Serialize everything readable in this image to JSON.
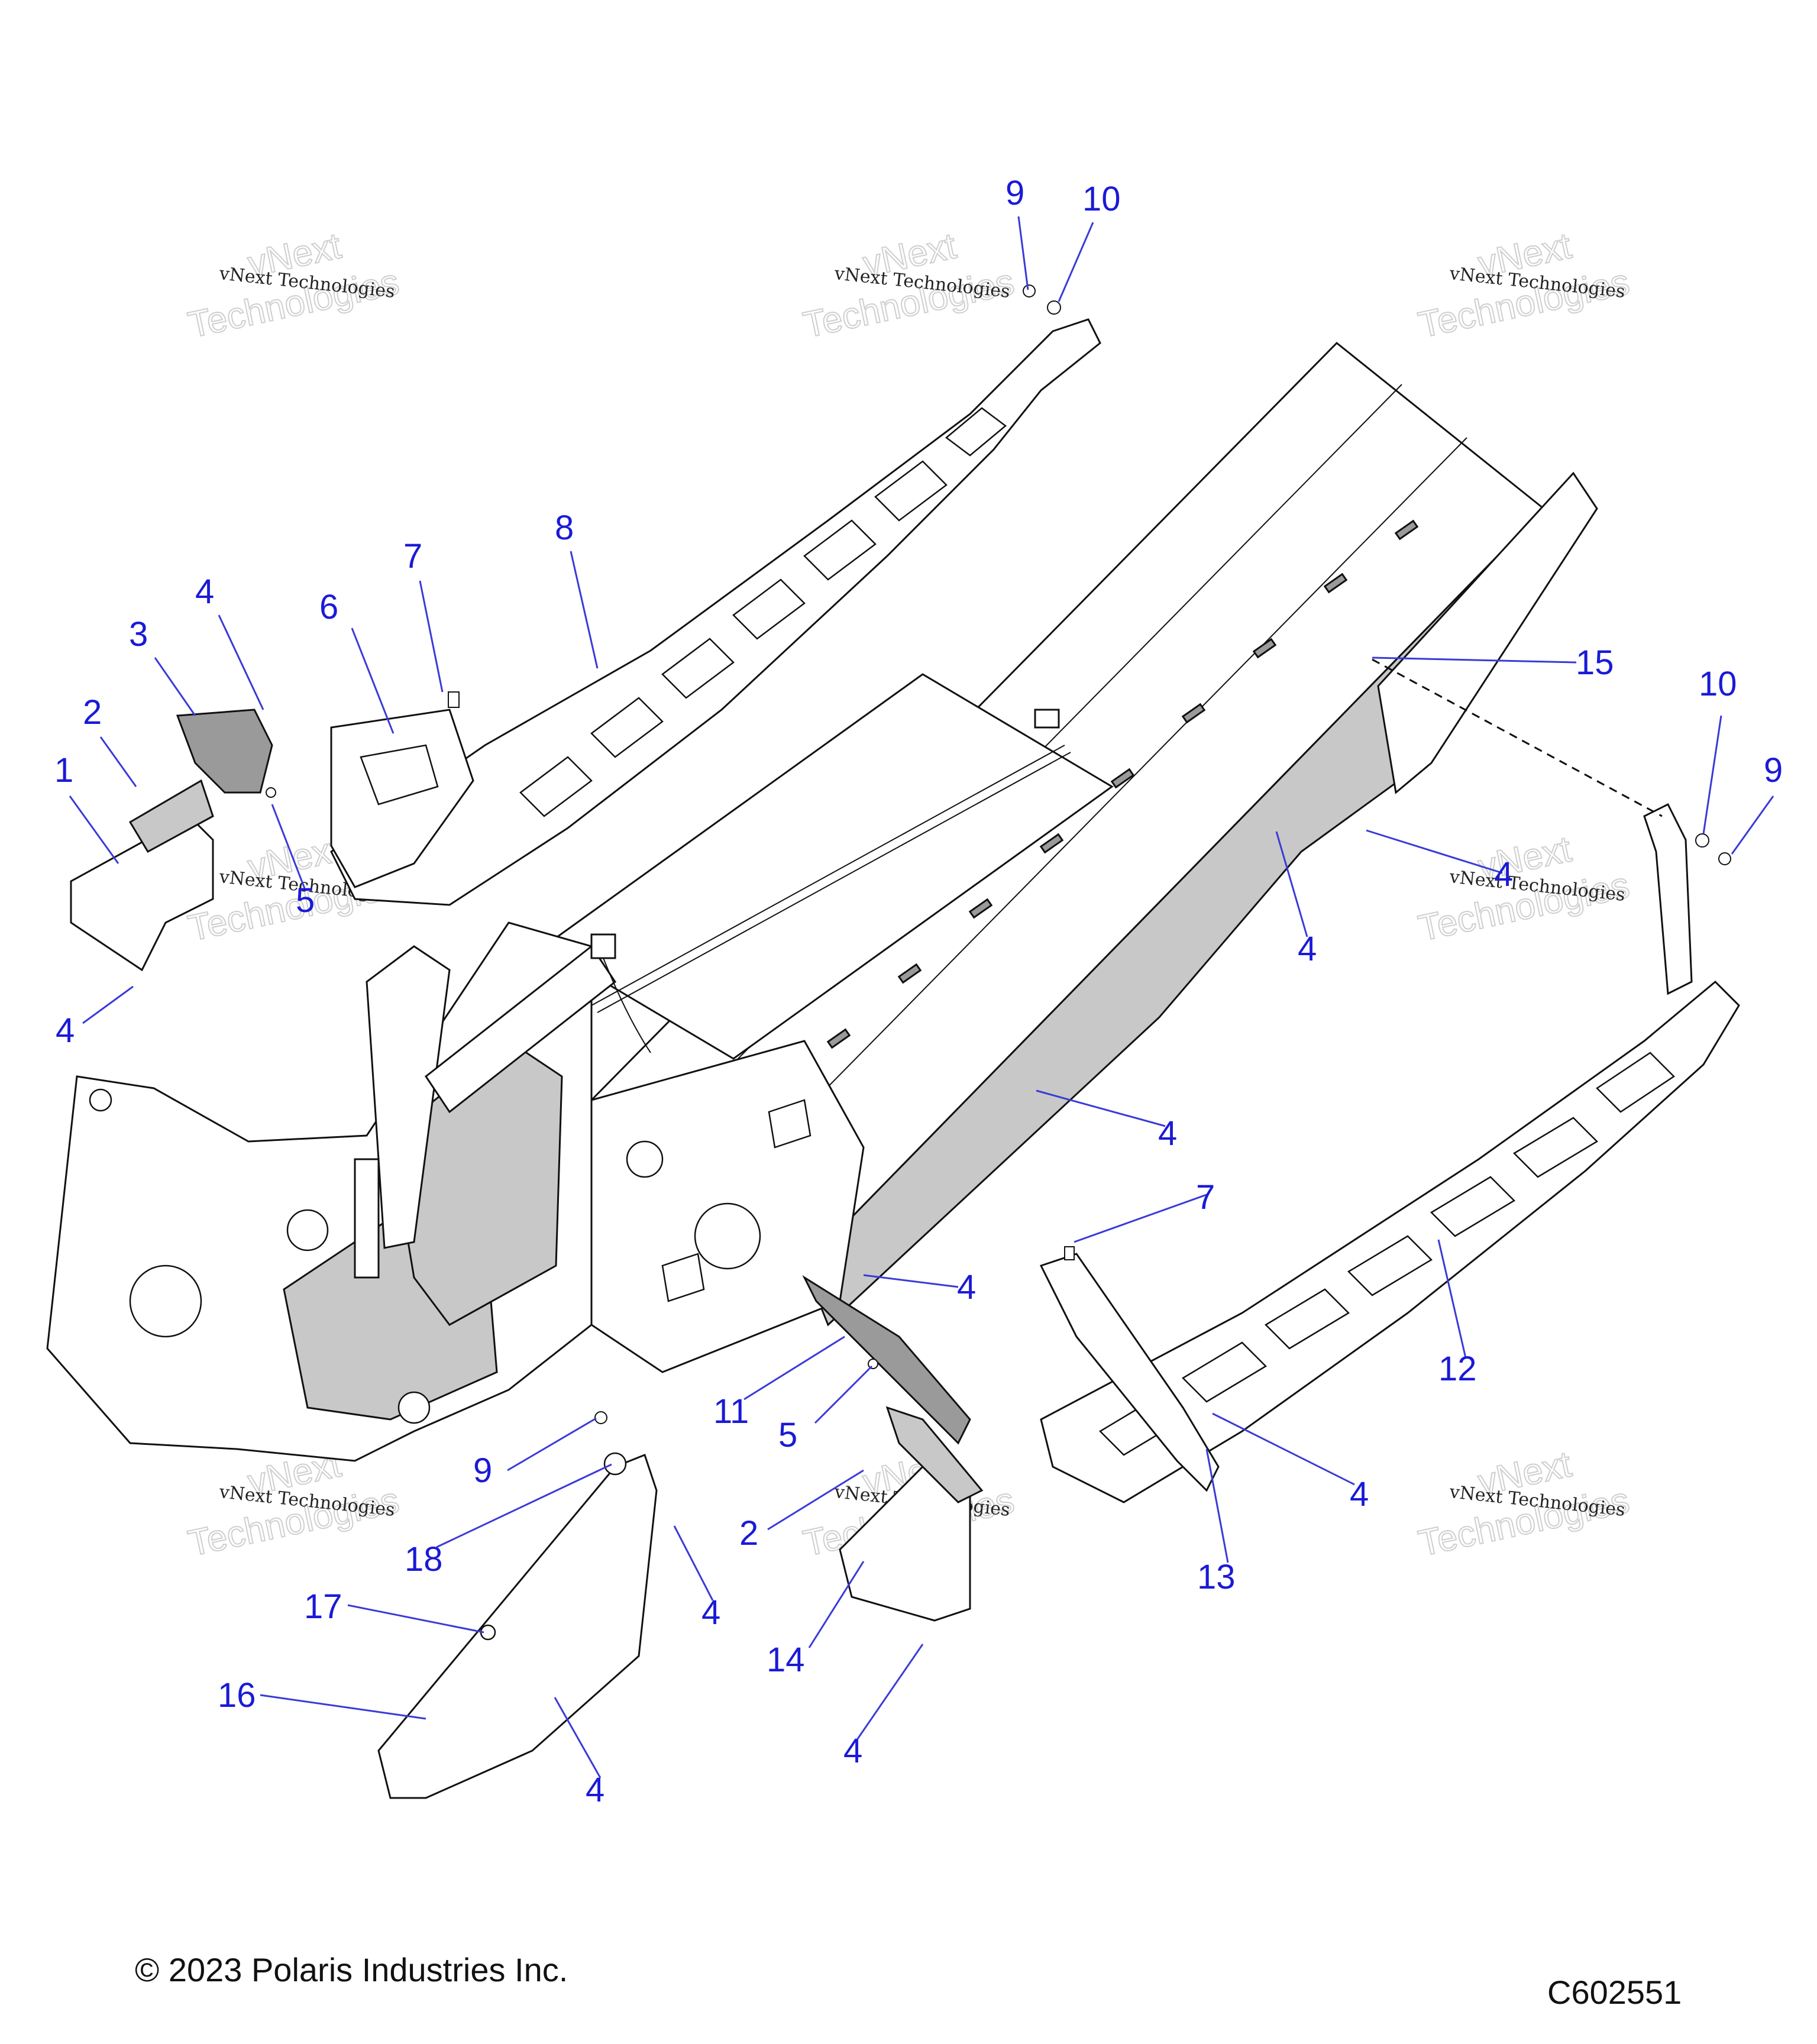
{
  "diagram": {
    "copyright": "© 2023 Polaris Industries Inc.",
    "diagram_code": "C602551",
    "watermark": {
      "line1": "vNext Technologies",
      "line2": "vNext",
      "line3": "Technologies"
    },
    "callouts": [
      {
        "id": "c1",
        "label": "1"
      },
      {
        "id": "c2a",
        "label": "2"
      },
      {
        "id": "c3",
        "label": "3"
      },
      {
        "id": "c4a",
        "label": "4"
      },
      {
        "id": "c4b",
        "label": "4"
      },
      {
        "id": "c5a",
        "label": "5"
      },
      {
        "id": "c6",
        "label": "6"
      },
      {
        "id": "c7a",
        "label": "7"
      },
      {
        "id": "c8",
        "label": "8"
      },
      {
        "id": "c9a",
        "label": "9"
      },
      {
        "id": "c10a",
        "label": "10"
      },
      {
        "id": "c15",
        "label": "15"
      },
      {
        "id": "c10b",
        "label": "10"
      },
      {
        "id": "c9b",
        "label": "9"
      },
      {
        "id": "c4c",
        "label": "4"
      },
      {
        "id": "c4d",
        "label": "4"
      },
      {
        "id": "c4e",
        "label": "4"
      },
      {
        "id": "c7b",
        "label": "7"
      },
      {
        "id": "c4f",
        "label": "4"
      },
      {
        "id": "c11",
        "label": "11"
      },
      {
        "id": "c5b",
        "label": "5"
      },
      {
        "id": "c12",
        "label": "12"
      },
      {
        "id": "c9c",
        "label": "9"
      },
      {
        "id": "c18",
        "label": "18"
      },
      {
        "id": "c2b",
        "label": "2"
      },
      {
        "id": "c4g",
        "label": "4"
      },
      {
        "id": "c13",
        "label": "13"
      },
      {
        "id": "c4h",
        "label": "4"
      },
      {
        "id": "c17",
        "label": "17"
      },
      {
        "id": "c14",
        "label": "14"
      },
      {
        "id": "c16",
        "label": "16"
      },
      {
        "id": "c4i",
        "label": "4"
      },
      {
        "id": "c4j",
        "label": "4"
      }
    ]
  }
}
